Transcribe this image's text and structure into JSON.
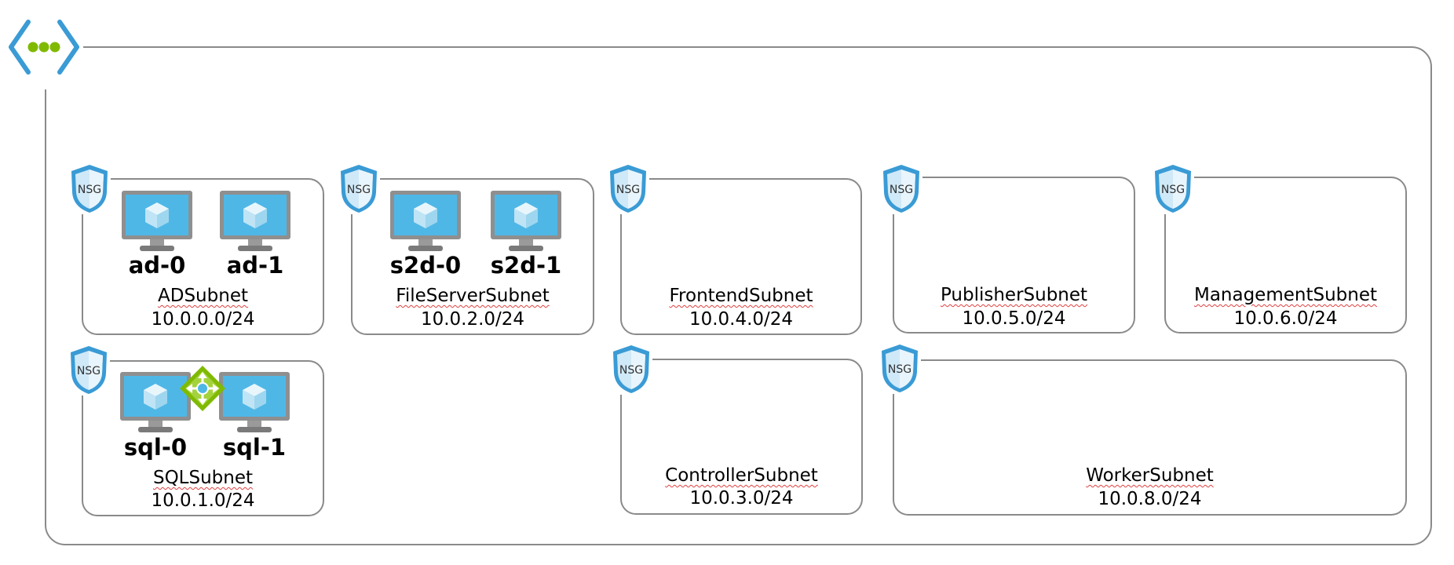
{
  "diagram": {
    "vnet_icon": "virtual-network-icon",
    "nsg_label": "NSG",
    "subnets": [
      {
        "name": "ADSubnet",
        "cidr": "10.0.0.0/24",
        "vms": [
          "ad-0",
          "ad-1"
        ]
      },
      {
        "name": "FileServerSubnet",
        "cidr": "10.0.2.0/24",
        "vms": [
          "s2d-0",
          "s2d-1"
        ]
      },
      {
        "name": "FrontendSubnet",
        "cidr": "10.0.4.0/24",
        "vms": []
      },
      {
        "name": "PublisherSubnet",
        "cidr": "10.0.5.0/24",
        "vms": []
      },
      {
        "name": "ManagementSubnet",
        "cidr": "10.0.6.0/24",
        "vms": []
      },
      {
        "name": "SQLSubnet",
        "cidr": "10.0.1.0/24",
        "vms": [
          "sql-0",
          "sql-1"
        ],
        "load_balancer": "load-balancer-icon"
      },
      {
        "name": "ControllerSubnet",
        "cidr": "10.0.3.0/24",
        "vms": []
      },
      {
        "name": "WorkerSubnet",
        "cidr": "10.0.8.0/24",
        "vms": []
      }
    ],
    "colors": {
      "frame": "#8a8a8a",
      "vnet_bracket": "#3a9bd5",
      "vnet_dots": "#7fba00",
      "nsg_shield": "#3a9bd5",
      "vm_screen": "#4fb7e6",
      "vm_frame": "#8f8f8f",
      "load_balancer": "#7fba00"
    }
  }
}
